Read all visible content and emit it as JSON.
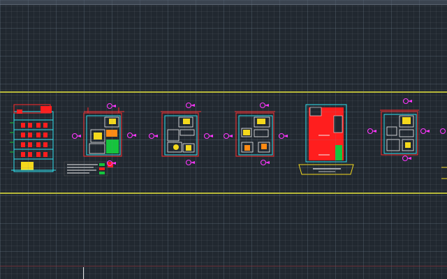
{
  "app": {
    "background": "#212830",
    "colors": {
      "boundary": "#e8e83c",
      "walls": "#ff2a2a",
      "outline": "#31e2f0",
      "markers": "#ff36ff",
      "fill_green": "#16c43d"
    }
  },
  "drawing": {
    "sheets": [
      {
        "id": "elevation",
        "kind": "section-elevation"
      },
      {
        "id": "plan-1",
        "kind": "floor-plan"
      },
      {
        "id": "plan-2",
        "kind": "floor-plan"
      },
      {
        "id": "plan-3",
        "kind": "floor-plan"
      },
      {
        "id": "roof-plan",
        "kind": "site-plan"
      },
      {
        "id": "plan-4",
        "kind": "floor-plan"
      }
    ]
  },
  "ui": {
    "crosshair_icon": "crosshair-icon"
  }
}
